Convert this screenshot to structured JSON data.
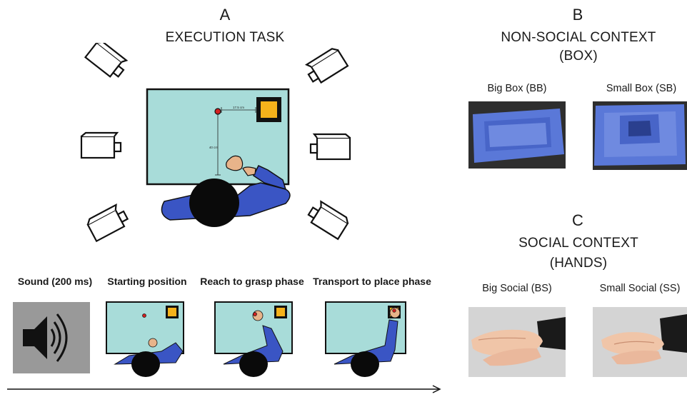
{
  "panel_a": {
    "letter": "A",
    "title": "EXECUTION TASK",
    "distance_horizontal": "17.5 cm",
    "distance_vertical": "40 cm",
    "cameras": [
      "camera-icon",
      "camera-icon",
      "camera-icon",
      "camera-icon",
      "camera-icon",
      "camera-icon"
    ],
    "steps": [
      {
        "label": "Sound (200 ms)"
      },
      {
        "label": "Starting position"
      },
      {
        "label": "Reach to grasp phase"
      },
      {
        "label": "Transport to place phase"
      }
    ]
  },
  "panel_b": {
    "letter": "B",
    "title_line1": "NON-SOCIAL CONTEXT",
    "title_line2": "(BOX)",
    "photos": [
      {
        "label": "Big Box (BB)"
      },
      {
        "label": "Small Box (SB)"
      }
    ]
  },
  "panel_c": {
    "letter": "C",
    "title_line1": "SOCIAL CONTEXT",
    "title_line2": "(HANDS)",
    "photos": [
      {
        "label": "Big Social (BS)"
      },
      {
        "label": "Small Social (SS)"
      }
    ]
  },
  "colors": {
    "table": "#a8dcd9",
    "target": "#f5b21b",
    "arm": "#3a55c4",
    "skin": "#e8b48a",
    "ball": "#d42020",
    "foam": "#5a78d8",
    "speaker_bg": "#999999"
  }
}
